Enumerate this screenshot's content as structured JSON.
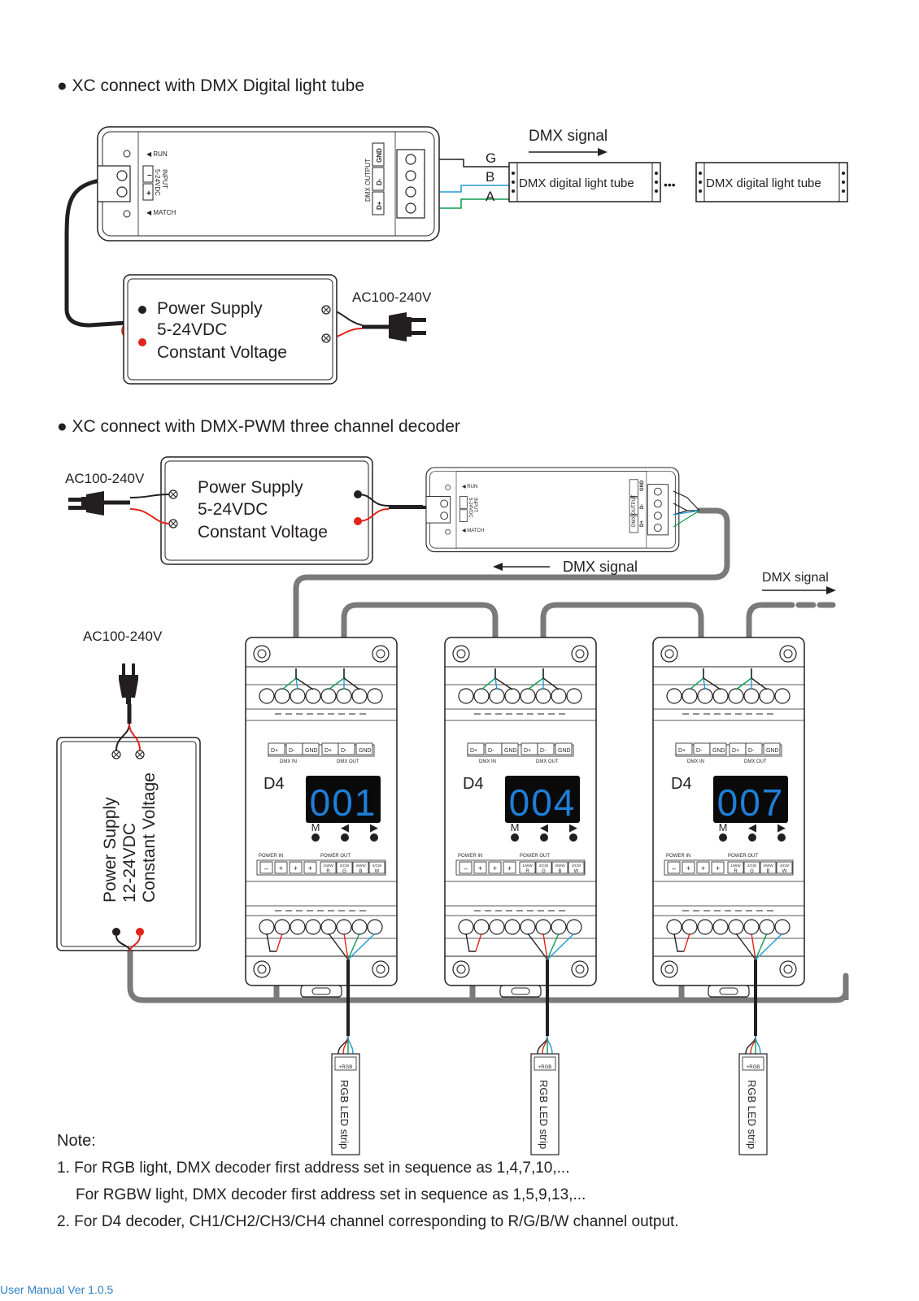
{
  "section1": {
    "title": "● XC connect with DMX Digital light tube",
    "controller": {
      "run": "◀ RUN",
      "match": "◀ MATCH",
      "input_line1": "INPUT",
      "input_line2": "5-24VDC",
      "output": "DMX OUTPUT",
      "pins": [
        "GND",
        "D-",
        "D+"
      ]
    },
    "dmx_signal": "DMX signal",
    "wire_labels": [
      "G",
      "B",
      "A"
    ],
    "tubes": [
      "DMX digital light tube",
      "DMX digital light tube"
    ],
    "dots": "•••",
    "power_supply": [
      "Power Supply",
      "5-24VDC",
      "Constant Voltage"
    ],
    "ac": "AC100-240V"
  },
  "section2": {
    "title": "● XC connect with DMX-PWM three channel decoder",
    "ac_top": "AC100-240V",
    "power_supply_top": [
      "Power Supply",
      "5-24VDC",
      "Constant Voltage"
    ],
    "controller": {
      "run": "◀ RUN",
      "match": "◀ MATCH",
      "input_line1": "INPUT",
      "input_line2": "5-24VDC",
      "output": "DMX OUTPUT",
      "pins": [
        "GND",
        "D-",
        "D+"
      ]
    },
    "dmx_signal_back": "DMX signal",
    "dmx_signal_out": "DMX signal",
    "ac_left": "AC100-240V",
    "power_supply_left": [
      "Power Supply",
      "12-24VDC",
      "Constant Voltage"
    ],
    "decoders": [
      {
        "name": "D4",
        "display": "001"
      },
      {
        "name": "D4",
        "display": "004"
      },
      {
        "name": "D4",
        "display": "007"
      }
    ],
    "decoder_labels": {
      "dmx_pins": [
        "D+",
        "D-",
        "GND",
        "D+",
        "D-",
        "GND"
      ],
      "dmx_in": "DMX IN",
      "dmx_out": "DMX OUT",
      "buttons": [
        "M",
        "◀",
        "▶"
      ],
      "power_in": "POWER IN",
      "power_out": "POWER OUT",
      "power_pins": [
        "–",
        "+",
        "+",
        "+"
      ],
      "channels_top": [
        "1/WW",
        "2/CW",
        "3/WW",
        "4/CW"
      ],
      "channels_bottom": [
        "R",
        "G",
        "B",
        "W"
      ]
    },
    "strip_label": "RGB LED strip",
    "strip_pins": "+RGB"
  },
  "notes": {
    "heading": "Note:",
    "line1": "1. For RGB light, DMX decoder first address set in sequence as 1,4,7,10,...",
    "line1b": "For RGBW light, DMX decoder first address set in sequence as 1,5,9,13,...",
    "line2": "2. For D4 decoder, CH1/CH2/CH3/CH4 channel corresponding to R/G/B/W channel output."
  },
  "footer": "User Manual Ver 1.0.5",
  "colors": {
    "wire_black": "#231f20",
    "wire_red": "#e2231a",
    "wire_blue": "#1f9bd7",
    "wire_green": "#0c9a4b",
    "cable_gray": "#7a7a7a",
    "display_bg": "#0a0a0a",
    "display_digits": "#1e7fd8",
    "footer_blue": "#2f80c8"
  }
}
